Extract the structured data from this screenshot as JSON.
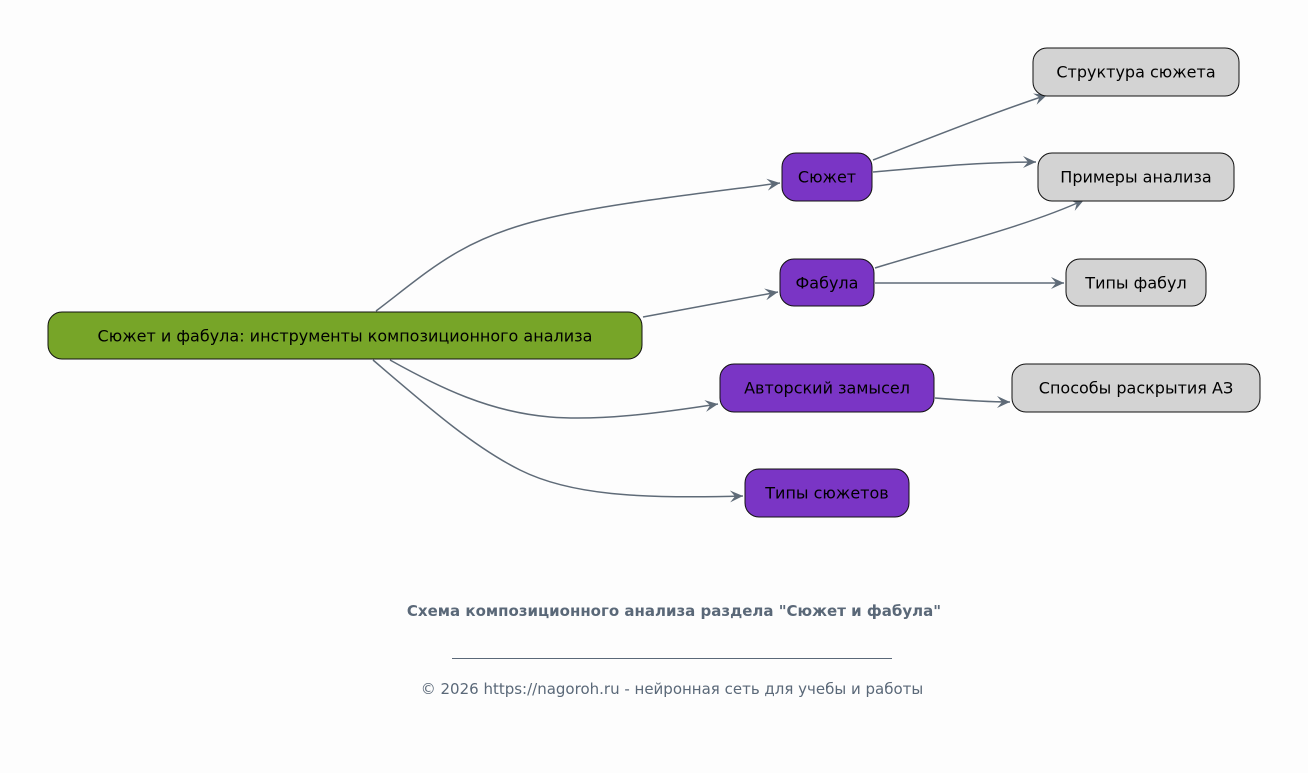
{
  "colors": {
    "root": "#77a528",
    "primary": "#7a35c5",
    "secondary": "#d3d3d3",
    "edge": "#5f6b78",
    "caption": "#5a6878"
  },
  "nodes": {
    "root": "Сюжет и фабула: инструменты композиционного анализа",
    "syuzhet": "Сюжет",
    "fabula": "Фабула",
    "intent": "Авторский замысел",
    "plot_types": "Типы сюжетов",
    "plot_structure": "Структура сюжета",
    "examples": "Примеры анализа",
    "fabula_types": "Типы фабул",
    "disclosure": "Способы раскрытия АЗ"
  },
  "caption": {
    "title": "Схема композиционного анализа раздела \"Сюжет и фабула\"",
    "footer": "© 2026 https://nagoroh.ru - нейронная сеть для учебы и работы"
  }
}
